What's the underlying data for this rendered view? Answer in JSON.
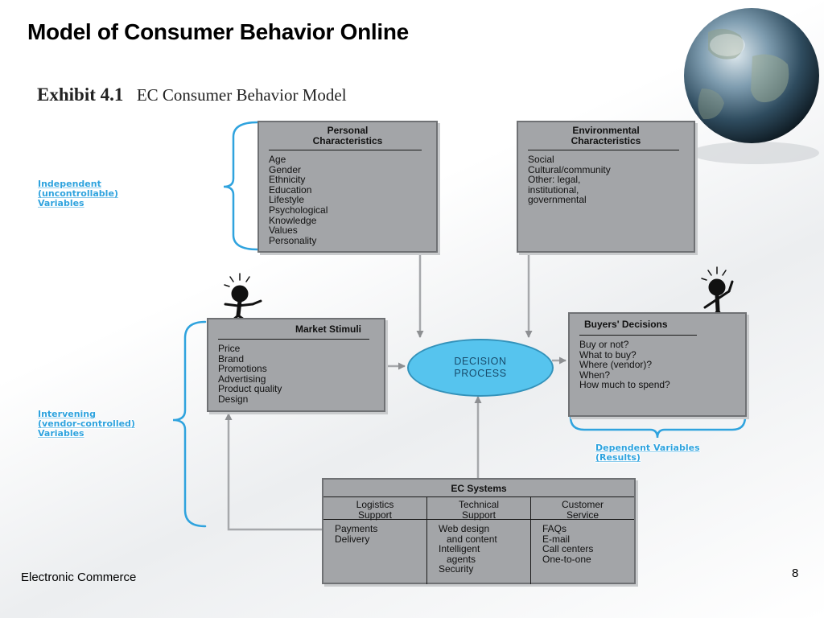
{
  "slide": {
    "title": "Model of Consumer Behavior Online",
    "footer": "Electronic Commerce",
    "page_number": "8"
  },
  "exhibit": {
    "number": "Exhibit 4.1",
    "name": "EC Consumer Behavior Model"
  },
  "personal": {
    "title_line1": "Personal",
    "title_line2": "Characteristics",
    "items": [
      "Age",
      "Gender",
      "Ethnicity",
      "Education",
      "Lifestyle",
      "Psychological",
      "Knowledge",
      "Values",
      "Personality"
    ]
  },
  "environmental": {
    "title_line1": "Environmental",
    "title_line2": "Characteristics",
    "items": [
      "Social",
      "Cultural/community",
      "Other: legal,",
      "institutional,",
      "governmental"
    ]
  },
  "market_stimuli": {
    "title": "Market Stimuli",
    "items": [
      "Price",
      "Brand",
      "Promotions",
      "Advertising",
      "Product quality",
      "Design"
    ]
  },
  "buyers_decisions": {
    "title": "Buyers' Decisions",
    "items": [
      "Buy or not?",
      "What to buy?",
      "Where (vendor)?",
      "When?",
      "How much to spend?"
    ]
  },
  "decision_process": {
    "line1": "DECISION",
    "line2": "PROCESS"
  },
  "ec_systems": {
    "title": "EC Systems",
    "columns": [
      {
        "head1": "Logistics",
        "head2": "Support",
        "items": [
          "Payments",
          "Delivery"
        ]
      },
      {
        "head1": "Technical",
        "head2": "Support",
        "items": [
          "Web design",
          "and content",
          "Intelligent",
          "agents",
          "Security"
        ]
      },
      {
        "head1": "Customer",
        "head2": "Service",
        "items": [
          "FAQs",
          "E-mail",
          "Call centers",
          "One-to-one"
        ]
      }
    ]
  },
  "variable_labels": {
    "independent": "Independent\n(uncontrollable)\nVariables",
    "intervening": "Intervening\n(vendor-controlled)\nVariables",
    "dependent": "Dependent Variables\n(Results)"
  },
  "colors": {
    "box_fill": "#a3a5a8",
    "ellipse_fill": "#56c4ee",
    "bracket_blue": "#2fa3de",
    "arrow_gray": "#9a9c9f"
  }
}
